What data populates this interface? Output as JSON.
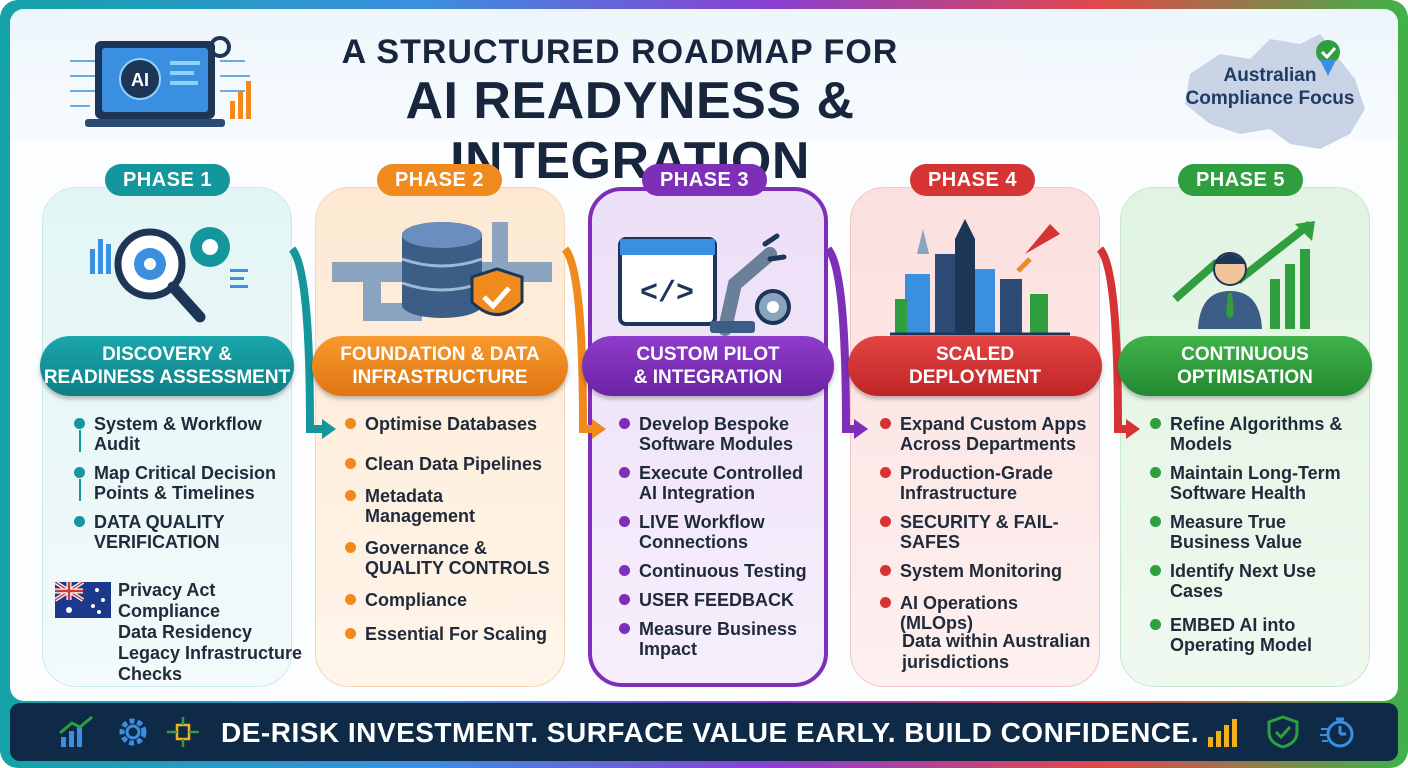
{
  "title": {
    "line1": "A STRUCTURED ROADMAP FOR",
    "line2": "AI READYNESS & INTEGRATION"
  },
  "logo": {
    "badge": "AI"
  },
  "compliance": {
    "line1": "Australian",
    "line2": "Compliance Focus"
  },
  "phases": [
    {
      "label": "PHASE 1",
      "banner_line1": "DISCOVERY &",
      "banner_line2": "READINESS ASSESSMENT",
      "color": "#14979c",
      "icon": "magnifier-gear-icon",
      "items": [
        "System & Workflow Audit",
        "Map Critical Decision Points & Timelines",
        "DATA QUALITY VERIFICATION"
      ],
      "note": [
        "Privacy Act Compliance",
        "Data Residency",
        "Legacy Infrastructure Checks"
      ]
    },
    {
      "label": "PHASE 2",
      "banner_line1": "FOUNDATION & DATA",
      "banner_line2": "INFRASTRUCTURE",
      "color": "#f08a1c",
      "icon": "database-shield-icon",
      "items": [
        "Optimise Databases",
        "Clean Data Pipelines",
        "Metadata Management",
        "Governance & QUALITY CONTROLS",
        "Compliance",
        "Essential For Scaling"
      ]
    },
    {
      "label": "PHASE 3",
      "banner_line1": "CUSTOM PILOT",
      "banner_line2": "& INTEGRATION",
      "color": "#7d2fb8",
      "icon": "code-robot-arm-icon",
      "items": [
        "Develop Bespoke Software Modules",
        "Execute Controlled AI Integration",
        "LIVE Workflow Connections",
        "Continuous Testing",
        "USER FEEDBACK",
        "Measure Business Impact"
      ]
    },
    {
      "label": "PHASE 4",
      "banner_line1": "SCALED",
      "banner_line2": "DEPLOYMENT",
      "color": "#d63434",
      "icon": "city-rocket-icon",
      "items": [
        "Expand Custom Apps Across Departments",
        "Production-Grade Infrastructure",
        "SECURITY & FAIL-SAFES",
        "System Monitoring",
        "AI Operations (MLOps)"
      ],
      "note": [
        "Data within Australian",
        "jurisdictions"
      ]
    },
    {
      "label": "PHASE 5",
      "banner_line1": "CONTINUOUS",
      "banner_line2": "OPTIMISATION",
      "color": "#2e9e3e",
      "icon": "growth-chart-person-icon",
      "items": [
        "Refine Algorithms & Models",
        "Maintain Long-Term Software Health",
        "Measure True Business Value",
        "Identify Next Use Cases",
        "EMBED AI into Operating Model"
      ]
    }
  ],
  "footer": {
    "tagline": "DE-RISK INVESTMENT. SURFACE VALUE EARLY. BUILD CONFIDENCE.",
    "left_icons": [
      "growth-chart-icon",
      "gear-icon",
      "circuit-icon"
    ],
    "right_icons": [
      "bar-chart-icon",
      "shield-check-icon",
      "stopwatch-icon"
    ]
  }
}
